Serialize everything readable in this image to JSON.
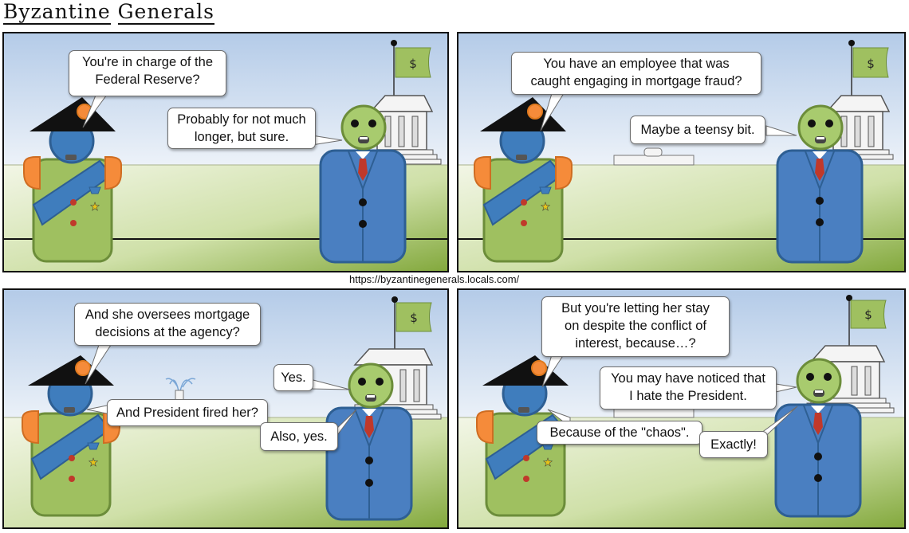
{
  "comic": {
    "title_part1": "Byzantine",
    "title_part2": "Generals",
    "url": "https://byzantinegenerals.locals.com/"
  },
  "colors": {
    "sky_top": "#b4cbe8",
    "sky_bottom": "#eaf0f8",
    "grass_top": "#eef3e0",
    "grass_bottom": "#86ae3c",
    "general_body": "#9fc060",
    "general_head": "#3f7dbd",
    "general_sash": "#3f7dbd",
    "epaulette": "#f58b3a",
    "hat": "#111111",
    "suit": "#4a7fc1",
    "suit_head": "#a8cb6e",
    "tie": "#c0392b",
    "flag": "#9fc060"
  },
  "panels": [
    {
      "speech": [
        {
          "speaker": "general",
          "line1": "You're in charge of the",
          "line2": "Federal Reserve?"
        },
        {
          "speaker": "fed-chair",
          "line1": "Probably for not much",
          "line2": "longer, but sure."
        }
      ],
      "flag_symbol": "$"
    },
    {
      "speech": [
        {
          "speaker": "general",
          "line1": "You have an employee that was",
          "line2": "caught engaging in mortgage fraud?"
        },
        {
          "speaker": "fed-chair",
          "line1": "Maybe a teensy bit."
        }
      ],
      "flag_symbol": "$"
    },
    {
      "speech": [
        {
          "speaker": "general",
          "line1": "And she oversees mortgage",
          "line2": "decisions at the agency?"
        },
        {
          "speaker": "fed-chair",
          "line1": "Yes."
        },
        {
          "speaker": "general",
          "line1": "And President fired her?"
        },
        {
          "speaker": "fed-chair",
          "line1": "Also, yes."
        }
      ],
      "flag_symbol": "$"
    },
    {
      "speech": [
        {
          "speaker": "general",
          "line1": "But you're letting her stay",
          "line2": "on despite the conflict of",
          "line3": "interest, because…?"
        },
        {
          "speaker": "fed-chair",
          "line1": "You may have noticed that",
          "line2": "I hate the President."
        },
        {
          "speaker": "general",
          "line1": "Because of the \"chaos\"."
        },
        {
          "speaker": "fed-chair",
          "line1": "Exactly!"
        }
      ],
      "flag_symbol": "$"
    }
  ]
}
